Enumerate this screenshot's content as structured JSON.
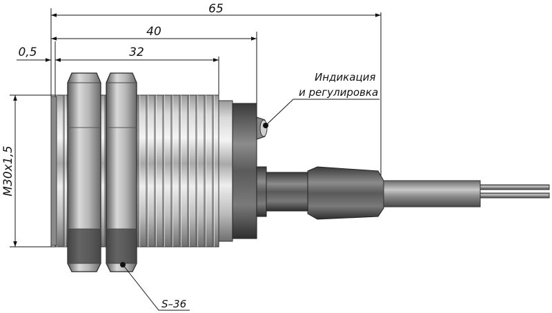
{
  "dimensions": {
    "overall_length": "65",
    "body_length": "40",
    "thread_length": "32",
    "offset": "0,5",
    "thread_spec": "М30х1,5"
  },
  "callouts": {
    "indication_line1": "Индикация",
    "indication_line2": "и регулировка",
    "nut_size": "S–36"
  }
}
